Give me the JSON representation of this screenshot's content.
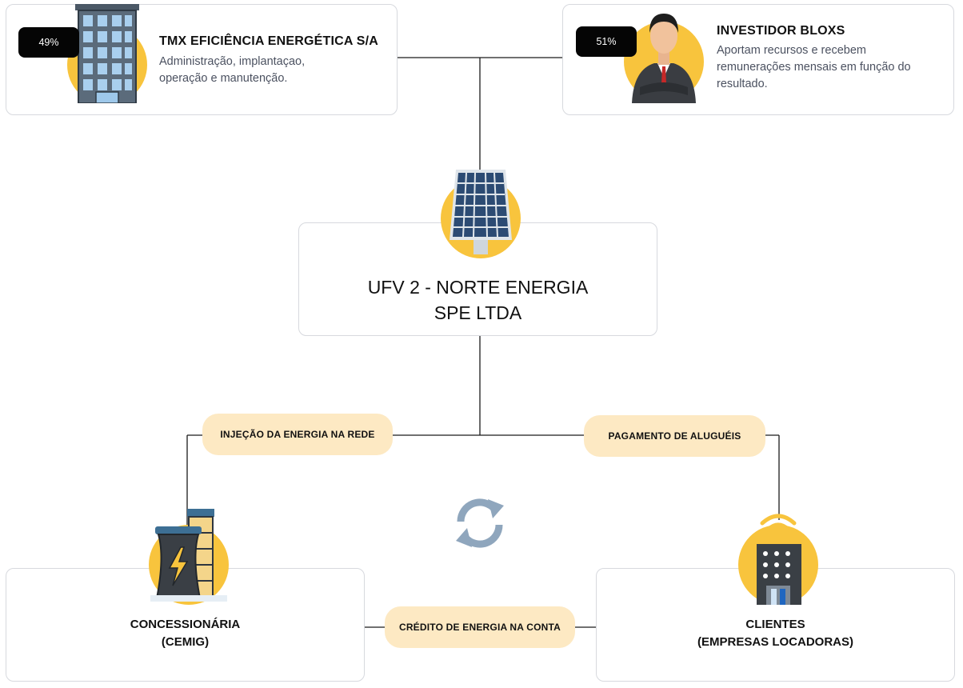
{
  "tmx": {
    "percent": "49%",
    "title": "TMX EFICIÊNCIA ENERGÉTICA S/A",
    "description": "Administração, implantaçao, operação e manutenção.",
    "icon": "office-building-icon"
  },
  "investor": {
    "percent": "51%",
    "title": "INVESTIDOR BLOXS",
    "description": "Aportam recursos e recebem remunerações mensais em função do resultado.",
    "icon": "businessman-icon"
  },
  "ufv": {
    "line1": "UFV 2 - NORTE ENERGIA",
    "line2": "SPE LTDA",
    "icon": "solar-panel-icon"
  },
  "concessionaria": {
    "line1": "CONCESSIONÁRIA",
    "line2": "(CEMIG)",
    "icon": "power-plant-icon"
  },
  "clientes": {
    "line1": "CLIENTES",
    "line2": "(EMPRESAS LOCADORAS)",
    "icon": "smart-building-icon"
  },
  "flows": {
    "injection": "INJEÇÃO DA ENERGIA NA REDE",
    "rent": "PAGAMENTO DE ALUGUÉIS",
    "credit": "CRÉDITO DE ENERGIA NA CONTA"
  },
  "cycle_icon": "sync-icon",
  "colors": {
    "accent_yellow": "#f8c43d",
    "pill_background": "#fde9c3",
    "badge_background": "#050505",
    "sync_icon": "#8fa6bd",
    "solar_cell": "#2c4b73"
  }
}
